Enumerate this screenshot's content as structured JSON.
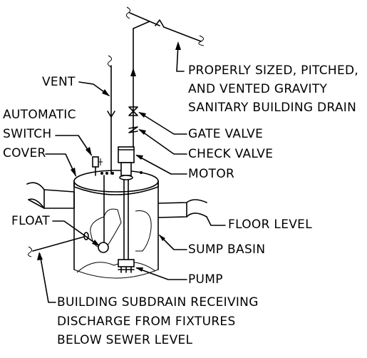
{
  "labels": {
    "vent": "VENT",
    "drain_1": "PROPERLY SIZED, PITCHED,",
    "drain_2": "AND VENTED GRAVITY",
    "drain_3": "SANITARY BUILDING DRAIN",
    "automatic": "AUTOMATIC",
    "switch": "SWITCH",
    "cover": "COVER",
    "gate_valve": "GATE VALVE",
    "check_valve": "CHECK VALVE",
    "motor": "MOTOR",
    "float": "FLOAT",
    "floor_level": "FLOOR LEVEL",
    "sump_basin": "SUMP BASIN",
    "pump": "PUMP",
    "subdrain_1": "BUILDING SUBDRAIN RECEIVING",
    "subdrain_2": "DISCHARGE FROM FIXTURES",
    "subdrain_3": "BELOW SEWER LEVEL"
  }
}
